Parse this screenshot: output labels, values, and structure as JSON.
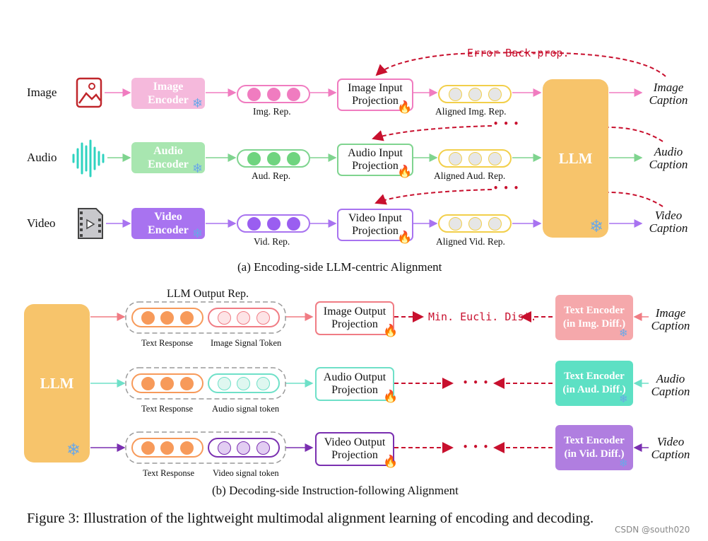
{
  "part_a": {
    "rows": [
      {
        "modality": "Image",
        "encoder": "Image\nEncoder",
        "rep": "Img. Rep.",
        "projection": "Image Input\nProjection",
        "aligned": "Aligned Img. Rep.",
        "caption": "Image\nCaption",
        "color": "#f07cc0",
        "encoder_color": "#f5b9dc",
        "dot_color": "#f07cc0"
      },
      {
        "modality": "Audio",
        "encoder": "Audio\nEncoder",
        "rep": "Aud. Rep.",
        "projection": "Audio Input\nProjection",
        "aligned": "Aligned Aud. Rep.",
        "caption": "Audio\nCaption",
        "color": "#7fd48f",
        "encoder_color": "#a8e6b0",
        "dot_color": "#6fd47f"
      },
      {
        "modality": "Video",
        "encoder": "Video\nEncoder",
        "rep": "Vid. Rep.",
        "projection": "Video Input\nProjection",
        "aligned": "Aligned Vid. Rep.",
        "caption": "Video\nCaption",
        "color": "#a873f0",
        "encoder_color": "#a873f0",
        "dot_color": "#9a5ef0"
      }
    ],
    "llm_label": "LLM",
    "backprop_label": "Error Back-prop.",
    "ellipsis": "• • •",
    "section_caption": "(a) Encoding-side LLM-centric Alignment"
  },
  "part_b": {
    "llm_label": "LLM",
    "output_rep_label": "LLM Output Rep.",
    "rows": [
      {
        "text_response": "Text Response",
        "signal": "Image Signal Token",
        "projection": "Image Output\nProjection",
        "text_encoder": "Text Encoder\n(in Img. Diff.)",
        "caption": "Image\nCaption",
        "color": "#f07c84",
        "signal_fill": "#fde4e6",
        "encoder_color": "#f5a8ab",
        "proj_border": "#f07c84"
      },
      {
        "text_response": "Text Response",
        "signal": "Audio signal token",
        "projection": "Audio Output\nProjection",
        "text_encoder": "Text Encoder\n(in Aud. Diff.)",
        "caption": "Audio\nCaption",
        "color": "#6fe0c8",
        "signal_fill": "#dff7f0",
        "encoder_color": "#5de0c4",
        "proj_border": "#6fe0c8"
      },
      {
        "text_response": "Text Response",
        "signal": "Video signal token",
        "projection": "Video Output\nProjection",
        "text_encoder": "Text Encoder\n(in Vid. Diff.)",
        "caption": "Video\nCaption",
        "color": "#7a2fb0",
        "signal_fill": "#e2cdf2",
        "encoder_color": "#b07ee0",
        "proj_border": "#7a2fb0"
      }
    ],
    "distance_label": "Min. Eucli. Dist.",
    "ellipsis": "• • •",
    "section_caption": "(b) Decoding-side Instruction-following Alignment"
  },
  "figure_caption": "Figure 3: Illustration of the lightweight multimodal alignment learning of encoding and decoding.",
  "watermark": "CSDN @south020",
  "colors": {
    "orange_dot": "#f79a5a",
    "llm": "#f7c46b",
    "red": "#c8102e",
    "yellow_border": "#f2cf4a",
    "gray_dot": "#e6e6e6"
  }
}
